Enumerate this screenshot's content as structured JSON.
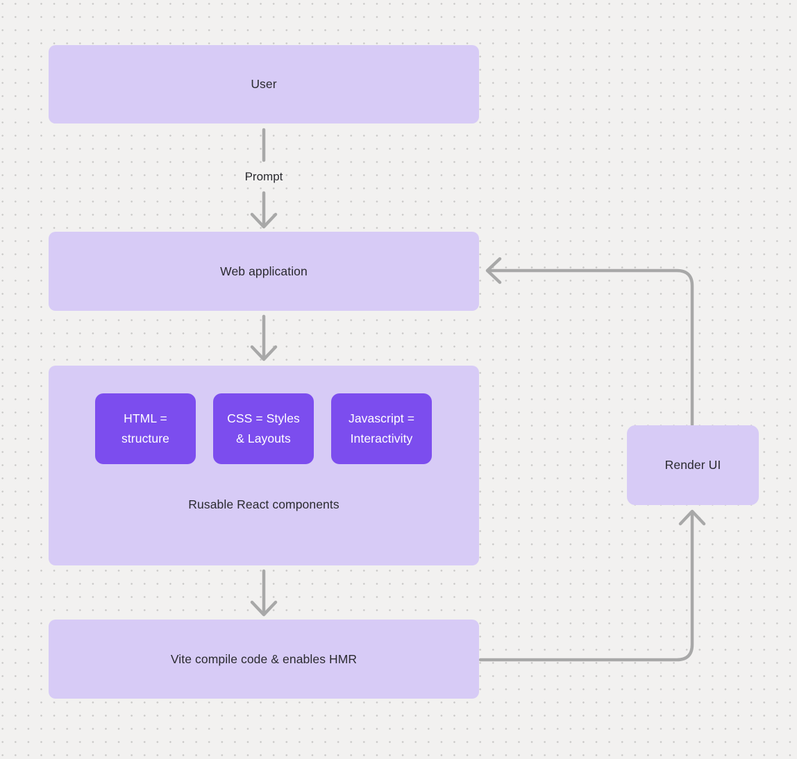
{
  "diagram": {
    "background": {
      "color": "#f2f1f0",
      "dot_color": "#c8c7c6"
    },
    "colors": {
      "node_fill": "#d7cbf6",
      "chip_fill": "#7c4dee",
      "chip_text": "#ffffff",
      "connector": "#a8a8a8",
      "label_text": "#2a2a2f"
    },
    "nodes": {
      "user": {
        "label": "User"
      },
      "web_application": {
        "label": "Web application"
      },
      "components_group": {
        "label": "Rusable React components",
        "chips": [
          {
            "line1": "HTML =",
            "line2": "structure"
          },
          {
            "line1": "CSS = Styles",
            "line2": "& Layouts"
          },
          {
            "line1": "Javascript =",
            "line2": "Interactivity"
          }
        ]
      },
      "vite": {
        "label": "Vite compile code & enables HMR"
      },
      "render_ui": {
        "label": "Render UI"
      }
    },
    "connectors": {
      "prompt_label": "Prompt"
    }
  }
}
